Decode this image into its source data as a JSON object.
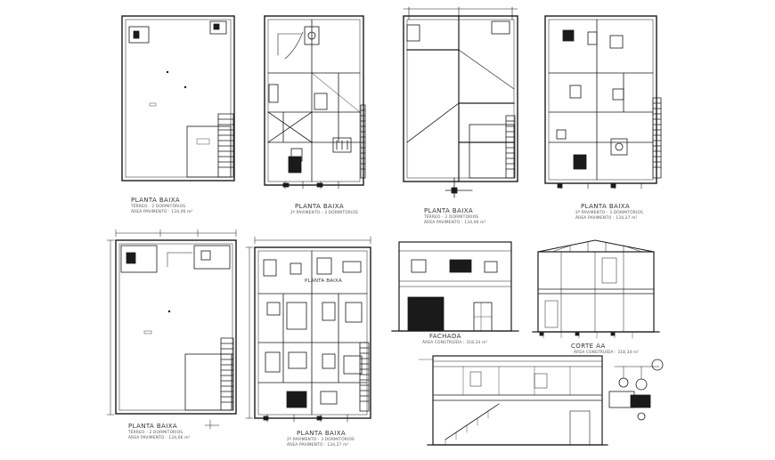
{
  "sheet": {
    "background": "#ffffff",
    "line_color": "#1a1a1a",
    "accent_color": "#2b2b2b"
  },
  "drawings": [
    {
      "title": "PLANTA BAIXA",
      "line1": "TÉRREO - 2 DORMITÓRIOS",
      "line2": "ÁREA PAVIMENTO : 134,06 m²"
    },
    {
      "title": "PLANTA BAIXA",
      "line1": "2º PAVIMENTO - 3 DORMITÓRIOS",
      "line2": ""
    },
    {
      "title": "PLANTA BAIXA",
      "line1": "TÉRREO - 2 DORMITÓRIOS",
      "line2": "ÁREA PAVIMENTO : 134,06 m²"
    },
    {
      "title": "PLANTA BAIXA",
      "line1": "2º PAVIMENTO - 3 DORMITÓRIOS",
      "line2": "ÁREA PAVIMENTO : 134,27 m²"
    },
    {
      "title": "PLANTA BAIXA",
      "line1": "TÉRREO - 2 DORMITÓRIOS",
      "line2": "ÁREA PAVIMENTO : 134,06 m²"
    },
    {
      "title": "PLANTA BAIXA",
      "line1": "2º PAVIMENTO - 3 DORMITÓRIOS",
      "line2": "ÁREA PAVIMENTO : 134,27 m²"
    },
    {
      "title": "FACHADA",
      "line1": "ÁREA CONSTRUÍDA : 318,34 m²",
      "line2": ""
    },
    {
      "title": "CORTE AA",
      "line1": "ÁREA CONSTRUÍDA : 318,34 m²",
      "line2": ""
    }
  ],
  "inner_labels": {
    "upper_plan_label": "PLANTA BAIXA"
  }
}
